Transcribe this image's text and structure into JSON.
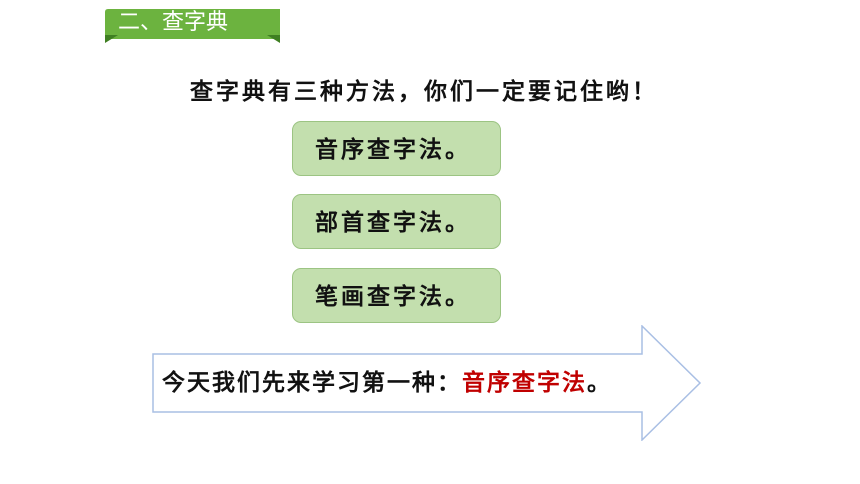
{
  "section_tag": {
    "label": "二、查字典",
    "color": "#6cb33f"
  },
  "intro_text": "查字典有三种方法，你们一定要记住哟！",
  "methods": [
    {
      "label": "音序查字法。"
    },
    {
      "label": "部首查字法。"
    },
    {
      "label": "笔画查字法。"
    }
  ],
  "callout": {
    "prefix": "今天我们先来学习第一种：",
    "highlight": "音序查字法",
    "suffix": "。",
    "highlight_color": "#c00000"
  }
}
